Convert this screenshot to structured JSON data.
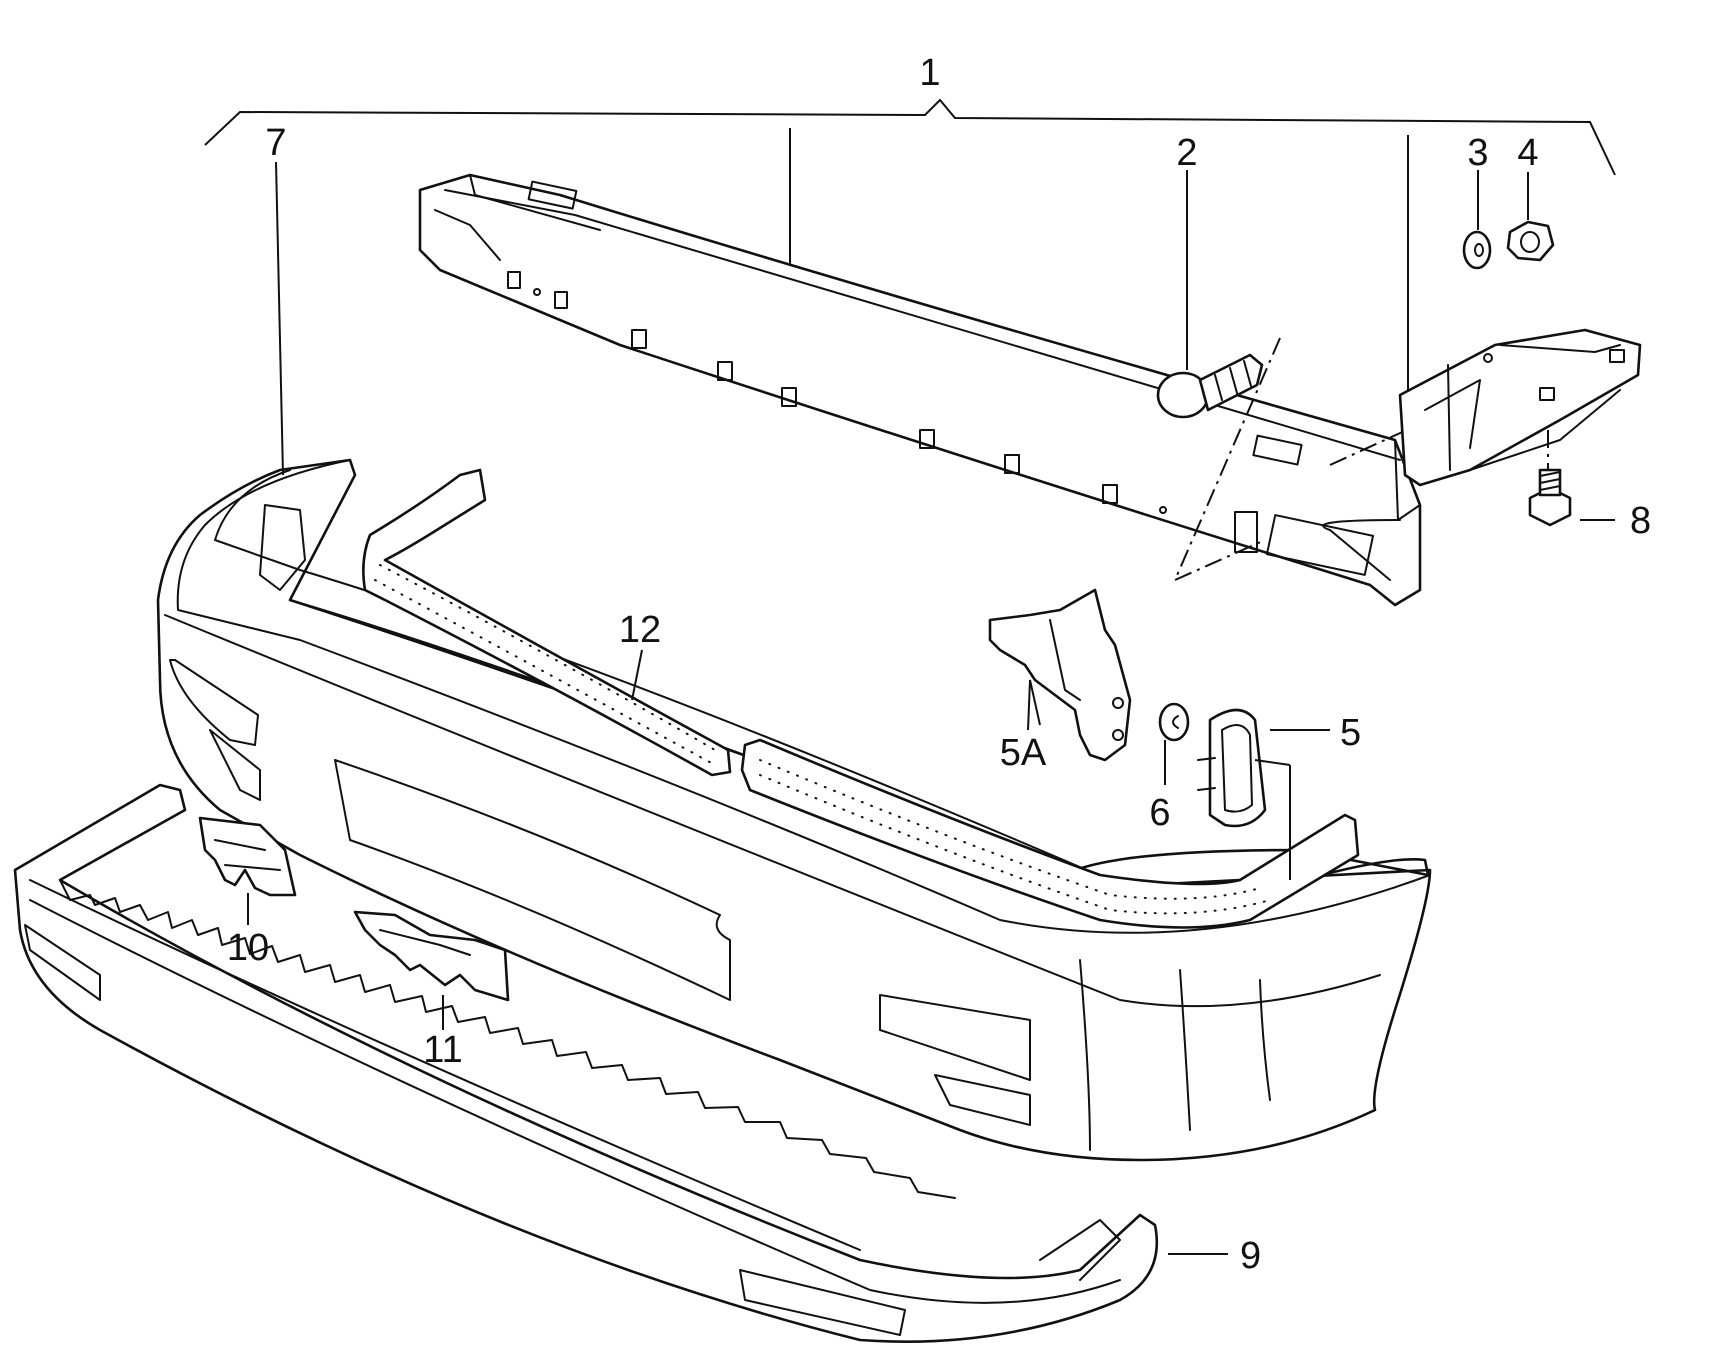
{
  "callouts": {
    "c1": "1",
    "c2": "2",
    "c3": "3",
    "c4": "4",
    "c5": "5",
    "c5a": "5A",
    "c6": "6",
    "c7": "7",
    "c8": "8",
    "c9": "9",
    "c10": "10",
    "c11": "11",
    "c12": "12"
  },
  "colors": {
    "line": "#111111",
    "background": "#ffffff"
  }
}
